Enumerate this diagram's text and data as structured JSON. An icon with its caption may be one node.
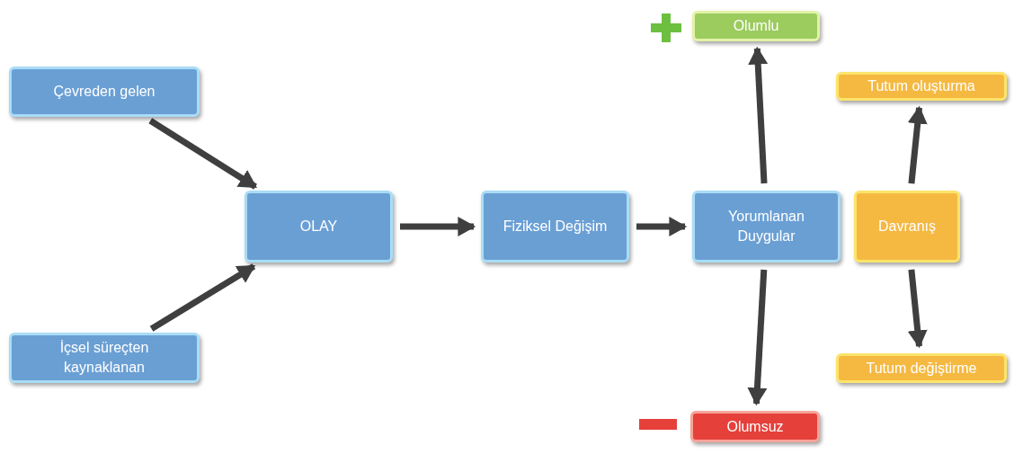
{
  "diagram": {
    "nodes": [
      {
        "text": [
          "Çevreden gelen"
        ]
      },
      {
        "text": [
          "İçsel süreçten kaynaklanan"
        ]
      },
      {
        "text": [
          "OLAY"
        ]
      },
      {
        "text": [
          "Fiziksel Değişim"
        ]
      },
      {
        "text": [
          "Yorumlanan Duygular"
        ]
      },
      {
        "text": [
          "Olumlu"
        ]
      },
      {
        "text": [
          "Olumsuz"
        ]
      },
      {
        "text": [
          "Davranış"
        ]
      },
      {
        "text": [
          "Tutum oluşturma"
        ]
      },
      {
        "text": [
          "Tutum değiştirme"
        ]
      }
    ],
    "edges": [
      {
        "from": 0,
        "to": 2,
        "arrow": "to"
      },
      {
        "from": 1,
        "to": 2,
        "arrow": "to"
      },
      {
        "from": 2,
        "to": 3,
        "arrow": "to"
      },
      {
        "from": 3,
        "to": 4,
        "arrow": "to"
      },
      {
        "from": 4,
        "to": 5,
        "arrow": "to"
      },
      {
        "from": 4,
        "to": 6,
        "arrow": "to"
      },
      {
        "from": 7,
        "to": 8,
        "arrow": "to"
      },
      {
        "from": 7,
        "to": 9,
        "arrow": "to"
      }
    ]
  }
}
